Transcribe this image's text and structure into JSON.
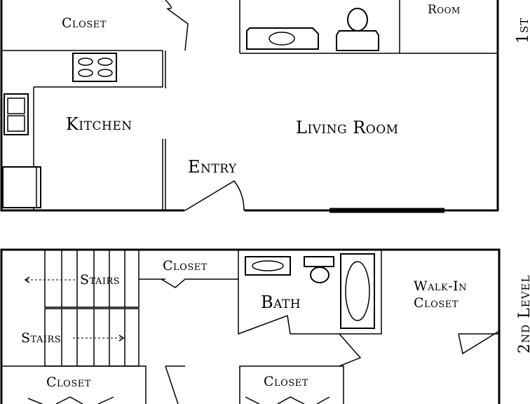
{
  "first_floor": {
    "closet": "Closet",
    "family_room": "Room",
    "kitchen": "Kitchen",
    "living_room": "Living Room",
    "entry": "Entry",
    "level_label": "1st"
  },
  "second_floor": {
    "stairs_up": "Stairs",
    "stairs_down": "Stairs",
    "closet_top": "Closet",
    "bath": "Bath",
    "walk_in_closet_line1": "Walk-In",
    "walk_in_closet_line2": "Closet",
    "closet_bottom_left": "Closet",
    "closet_bottom_mid": "Closet",
    "level_label": "2nd Level"
  }
}
